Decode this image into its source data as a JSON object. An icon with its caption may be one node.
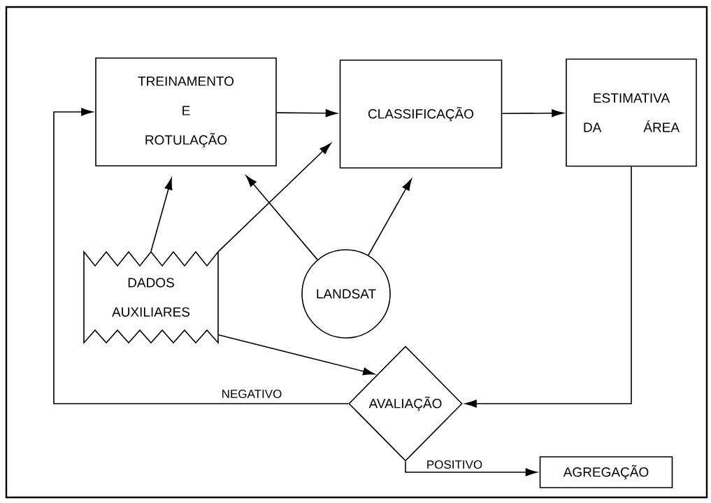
{
  "diagram": {
    "nodes": [
      {
        "text": [
          "TREINAMENTO E ROTULAÇÃO"
        ]
      },
      {
        "text": [
          "CLASSIFICAÇÃO"
        ]
      },
      {
        "text": [
          "ESTIMATIVA DA ÁREA"
        ]
      },
      {
        "text": [
          "DADOS AUXILIARES"
        ]
      },
      {
        "text": [
          "LANDSAT"
        ]
      },
      {
        "text": [
          "AVALIAÇÃO"
        ]
      },
      {
        "text": [
          "AGREGAÇÃO"
        ]
      }
    ],
    "edges": [
      {
        "from": 0,
        "to": 1,
        "arrow": "to"
      },
      {
        "from": 1,
        "to": 2,
        "arrow": "to"
      },
      {
        "from": 2,
        "to": 5,
        "arrow": "to"
      },
      {
        "from": 5,
        "to": 0,
        "arrow": "to",
        "label": "NEGATIVO"
      },
      {
        "from": 5,
        "to": 6,
        "arrow": "to",
        "label": "POSITIVO"
      },
      {
        "from": 3,
        "to": 0,
        "arrow": "to"
      },
      {
        "from": 3,
        "to": 1,
        "arrow": "to"
      },
      {
        "from": 4,
        "to": 0,
        "arrow": "to"
      },
      {
        "from": 4,
        "to": 1,
        "arrow": "to"
      },
      {
        "from": 3,
        "to": 5,
        "arrow": "to"
      }
    ]
  }
}
